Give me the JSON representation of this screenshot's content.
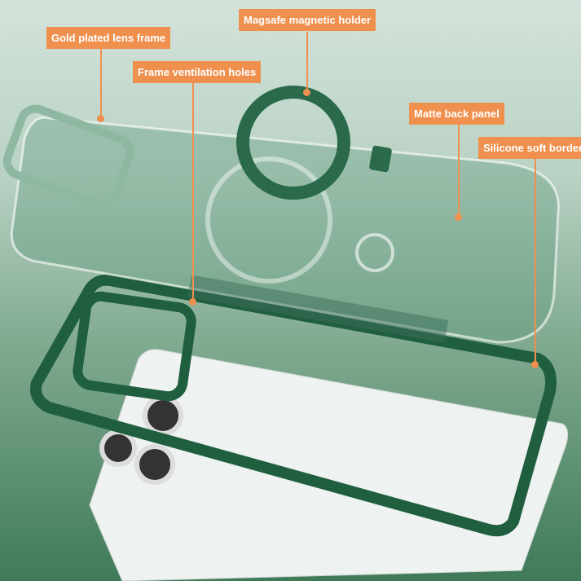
{
  "labels": {
    "lens_frame": "Gold plated lens frame",
    "magsafe": "Magsafe magnetic holder",
    "ventilation": "Frame ventilation holes",
    "back_panel": "Matte back panel",
    "border": "Silicone soft border"
  },
  "colors": {
    "accent": "#f0904e",
    "case_green": "#1f5f40"
  }
}
